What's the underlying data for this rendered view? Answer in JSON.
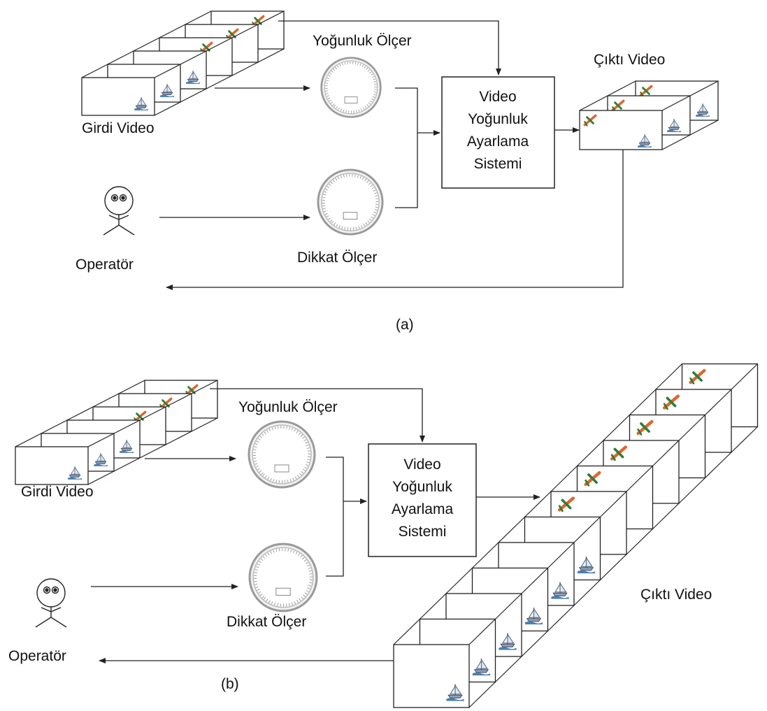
{
  "panel_a": {
    "input_label": "Girdi Video",
    "density_meter_label": "Yoğunluk Ölçer",
    "attention_meter_label": "Dikkat Ölçer",
    "operator_label": "Operatör",
    "system_label_lines": [
      "Video",
      "Yoğunluk",
      "Ayarlama",
      "Sistemi"
    ],
    "output_label": "Çıktı Video",
    "caption": "(a)"
  },
  "panel_b": {
    "input_label": "Girdi Video",
    "density_meter_label": "Yoğunluk Ölçer",
    "attention_meter_label": "Dikkat Ölçer",
    "operator_label": "Operatör",
    "system_label_lines": [
      "Video",
      "Yoğunluk",
      "Ayarlama",
      "Sistemi"
    ],
    "output_label": "Çıktı Video",
    "caption": "(b)"
  },
  "icons": [
    "ship-icon",
    "airplane-icon",
    "gauge-icon",
    "stick-figure-icon"
  ],
  "colors": {
    "line": "#222222",
    "ship": "#4a7fb0",
    "airplane": "#e0662a",
    "gauge_rim": "#9a9a9a"
  }
}
